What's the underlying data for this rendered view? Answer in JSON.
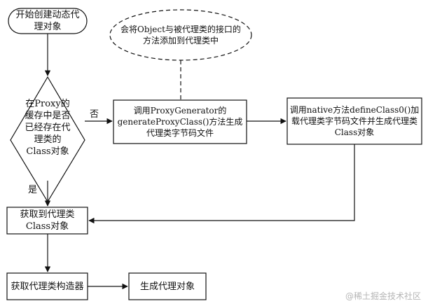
{
  "nodes": {
    "start": "开始创建动态代理对象",
    "note": "会将Object与被代理类的接口的方法添加到代理类中",
    "decision": "在Proxy的缓存中是否已经存在代理类的Class对象",
    "gen": "调用ProxyGenerator的generateProxyClass()方法生成代理类字节码文件",
    "define": "调用native方法defineClass0()加载代理类字节码文件并生成代理类Class对象",
    "get_class": "获取到代理类Class对象",
    "get_ctor": "获取代理类构造器",
    "create": "生成代理对象"
  },
  "edges": {
    "no": "否",
    "yes": "是"
  },
  "watermark": "@稀土掘金技术社区"
}
